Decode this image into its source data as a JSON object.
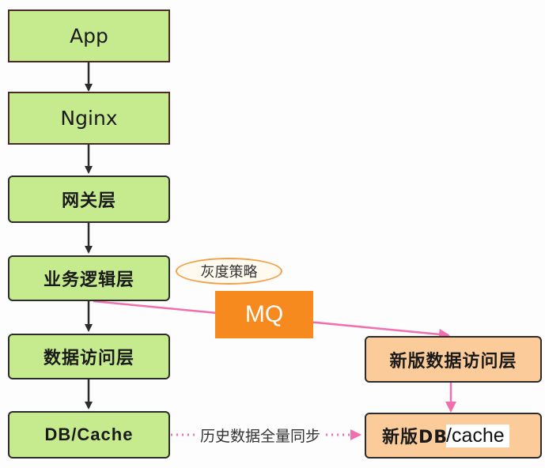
{
  "diagram": {
    "main_flow": [
      {
        "id": "app",
        "label": "App"
      },
      {
        "id": "nginx",
        "label": "Nginx"
      },
      {
        "id": "gateway",
        "label": "网关层"
      },
      {
        "id": "business",
        "label": "业务逻辑层"
      },
      {
        "id": "data_access",
        "label": "数据访问层"
      },
      {
        "id": "db_cache",
        "label": "DB/Cache"
      }
    ],
    "gray_strategy_label": "灰度策略",
    "mq_label": "MQ",
    "new_data_access_label": "新版数据访问层",
    "new_db_label": "新版DB",
    "new_db_suffix": "/cache",
    "sync_label": "历史数据全量同步"
  },
  "colors": {
    "green_node": "#c6ea8e",
    "peach_node": "#fbcb99",
    "mq_orange": "#f68a1e",
    "pink_arrow": "#f06fae",
    "cloud_border": "#f0a24a"
  }
}
